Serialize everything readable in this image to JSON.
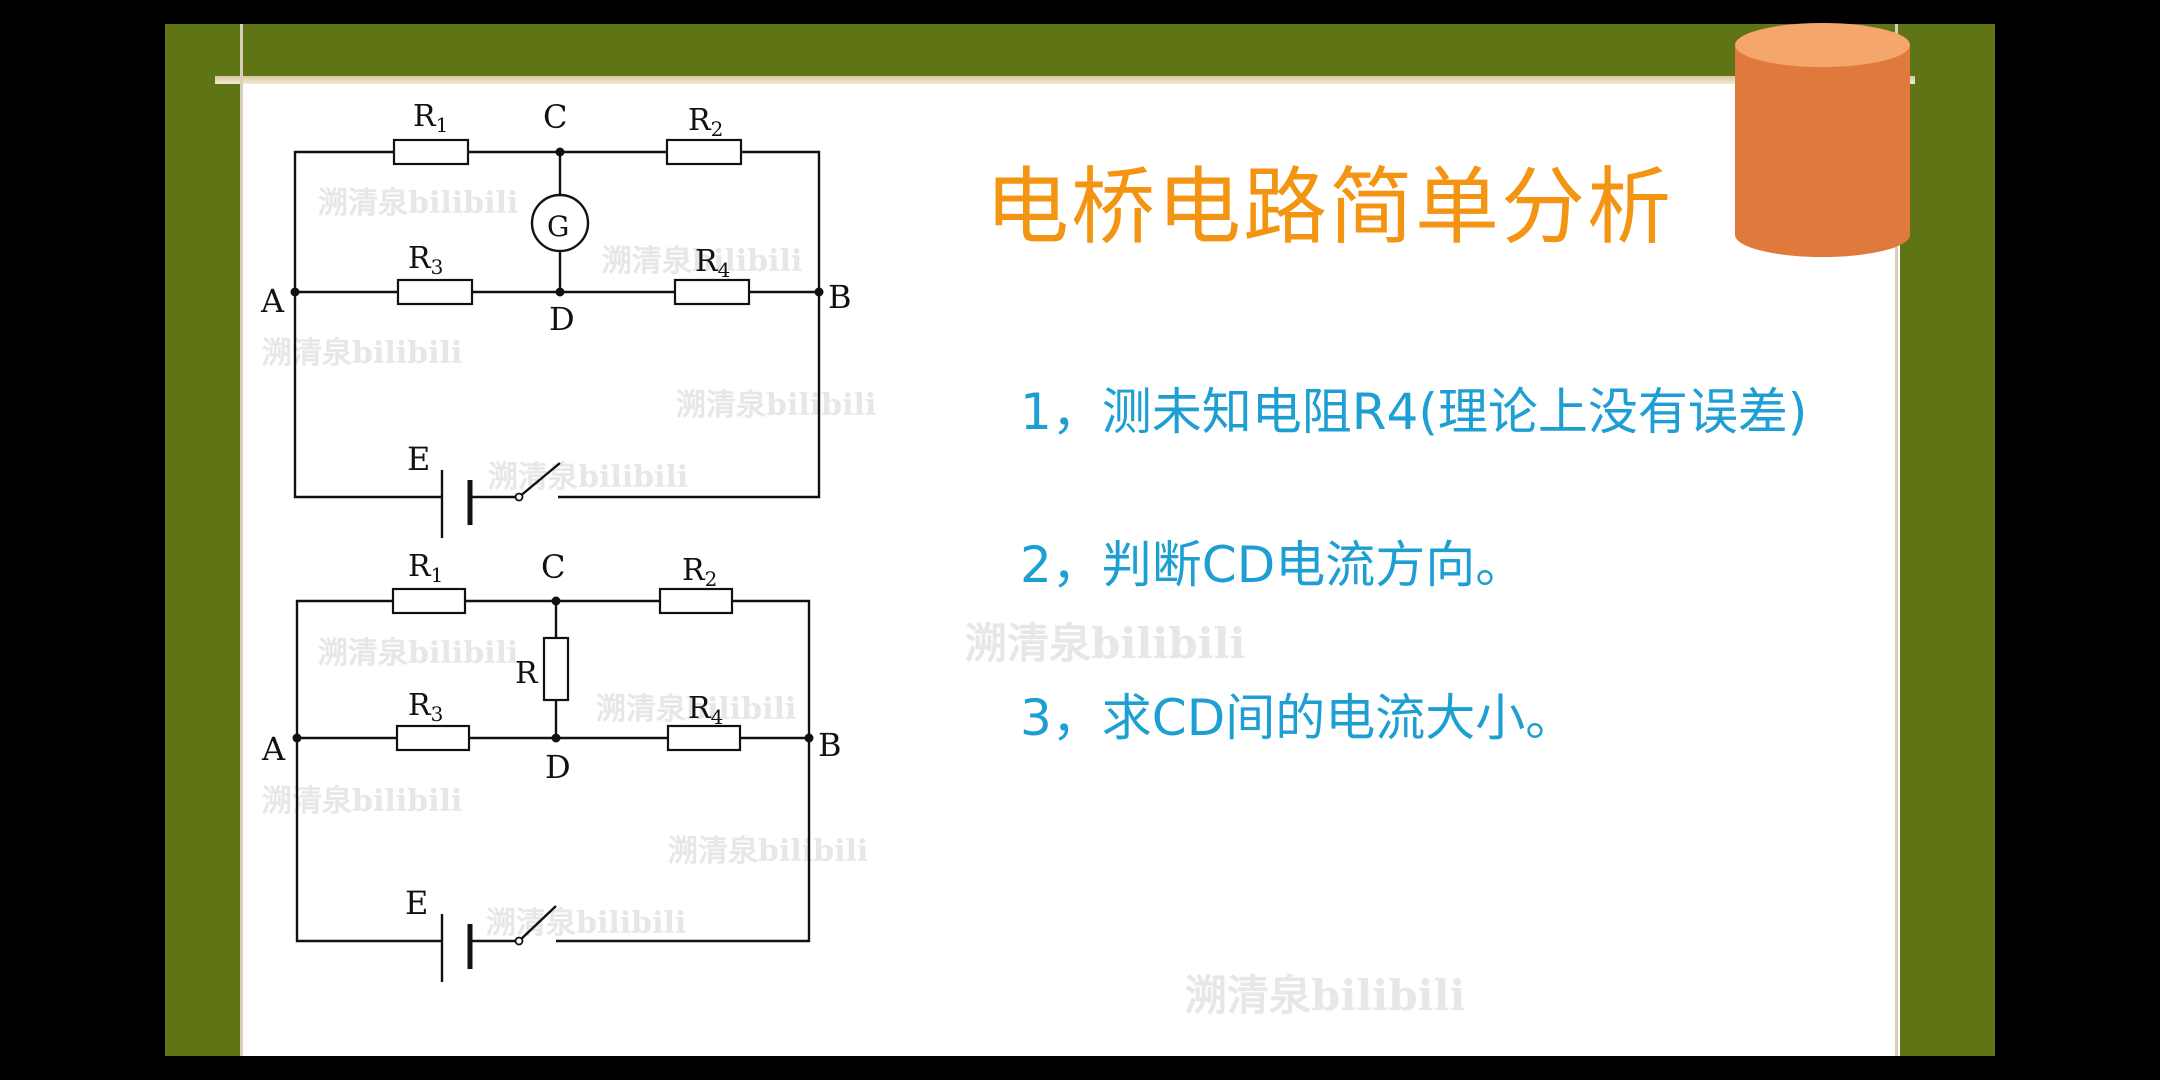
{
  "title": "电桥电路简单分析",
  "items": [
    "1，测未知电阻R4(理论上没有误差)",
    "2，判断CD电流方向。",
    "3，求CD间的电流大小。"
  ],
  "watermark": "溯清泉bilibili",
  "diagram1": {
    "labels": {
      "A": "A",
      "B": "B",
      "C": "C",
      "D": "D",
      "E": "E",
      "G": "G"
    },
    "resistors": {
      "r1": "R",
      "r2": "R",
      "r3": "R",
      "r4": "R"
    },
    "subscripts": {
      "r1": "1",
      "r2": "2",
      "r3": "3",
      "r4": "4"
    }
  },
  "diagram2": {
    "labels": {
      "A": "A",
      "B": "B",
      "C": "C",
      "D": "D",
      "E": "E",
      "R": "R"
    },
    "resistors": {
      "r1": "R",
      "r2": "R",
      "r3": "R",
      "r4": "R"
    },
    "subscripts": {
      "r1": "1",
      "r2": "2",
      "r3": "3",
      "r4": "4"
    }
  },
  "colors": {
    "frame": "#5e7415",
    "title": "#f39412",
    "items": "#1e9fd4",
    "cylinder": "#e07a3c"
  }
}
